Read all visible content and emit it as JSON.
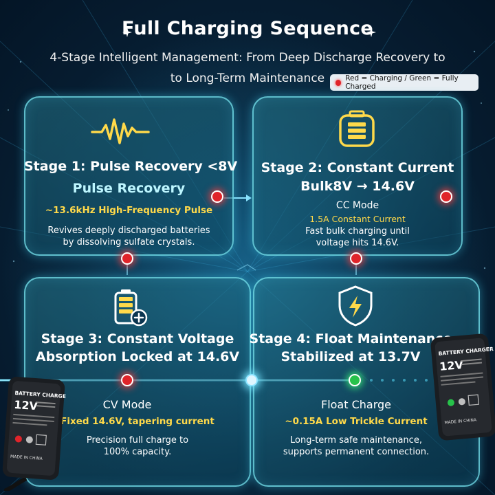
{
  "header": {
    "title": "Full Charging Sequence",
    "subtitle_line1": "4-Stage Intelligent Management: From Deep Discharge Recovery to",
    "subtitle_line2": "to Long-Term Maintenance",
    "legend": "Red = Charging / Green = Fully Charged"
  },
  "stages": [
    {
      "title": "Stage 1: Pulse Recovery <8V",
      "subtitle": "Pulse Recovery",
      "detail": "~13.6kHz High-Frequency Pulse",
      "desc_line1": "Revives deeply discharged batteries",
      "desc_line2": "by dissolving sulfate crystals.",
      "icon": "pulse-wave-icon",
      "status_color": "#e0242a"
    },
    {
      "title": "Stage 2: Constant Current",
      "subtitle": "Bulk8V → 14.6V",
      "mode": "CC Mode",
      "detail": "1.5A Constant Current",
      "desc_line1": "Fast bulk charging until",
      "desc_line2": "voltage hits 14.6V.",
      "icon": "battery-icon",
      "status_color": "#e0242a"
    },
    {
      "title": "Stage 3: Constant Voltage",
      "subtitle": "Absorption Locked at 14.6V",
      "mode": "CV Mode",
      "detail": "Fixed 14.6V, tapering current",
      "desc_line1": "Precision full charge to",
      "desc_line2": "100% capacity.",
      "icon": "battery-plus-icon",
      "status_color": "#e0242a"
    },
    {
      "title": "Stage 4: Float Maintenance",
      "subtitle": "Stabilized at 13.7V",
      "mode": "Float Charge",
      "detail": "~0.15A Low Trickle Current",
      "desc_line1": "Long-term safe maintenance,",
      "desc_line2": "supports permanent connection.",
      "icon": "shield-bolt-icon",
      "status_color": "#27c24a"
    }
  ],
  "charger": {
    "label": "BATTERY CHARGER",
    "voltage": "12V",
    "made_in": "MADE IN CHINA"
  },
  "colors": {
    "accent_yellow": "#ffd94a",
    "accent_cyan": "#bdf6ff",
    "charging_red": "#e0242a",
    "charged_green": "#27c24a",
    "card_border": "#78e6f0"
  }
}
